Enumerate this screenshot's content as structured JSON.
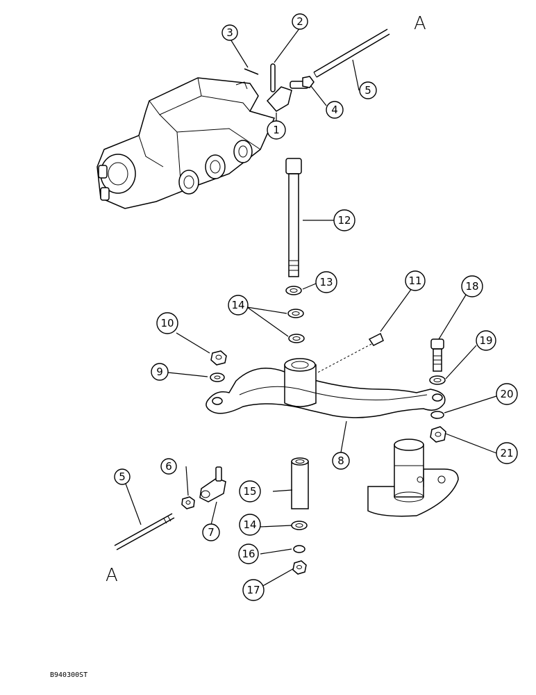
{
  "reference_letters": [
    "A",
    "A"
  ],
  "callouts": [
    "1",
    "2",
    "3",
    "4",
    "5",
    "5",
    "6",
    "7",
    "8",
    "9",
    "10",
    "11",
    "12",
    "13",
    "14",
    "14",
    "15",
    "16",
    "17",
    "18",
    "19",
    "20",
    "21"
  ],
  "figure_code": "B940300ST"
}
